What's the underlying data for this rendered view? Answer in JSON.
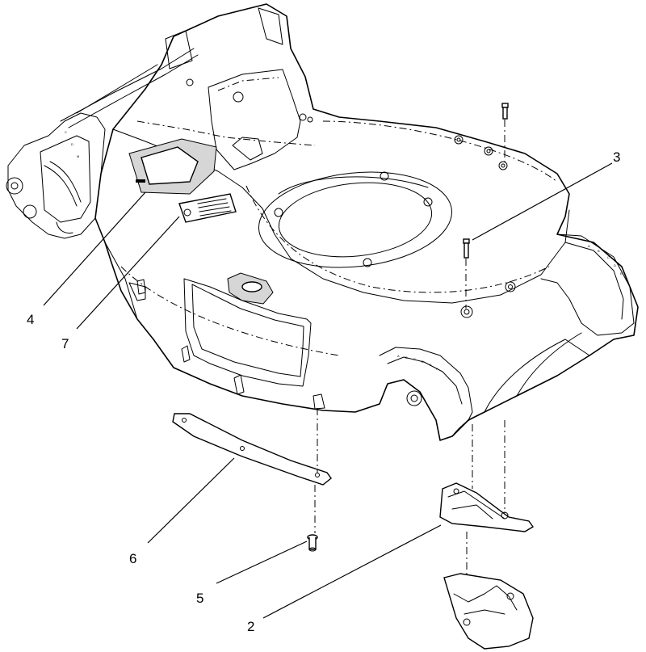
{
  "callouts": [
    {
      "id": "3",
      "label": "3"
    },
    {
      "id": "4",
      "label": "4"
    },
    {
      "id": "7",
      "label": "7"
    },
    {
      "id": "6",
      "label": "6"
    },
    {
      "id": "5",
      "label": "5"
    },
    {
      "id": "2",
      "label": "2"
    }
  ]
}
